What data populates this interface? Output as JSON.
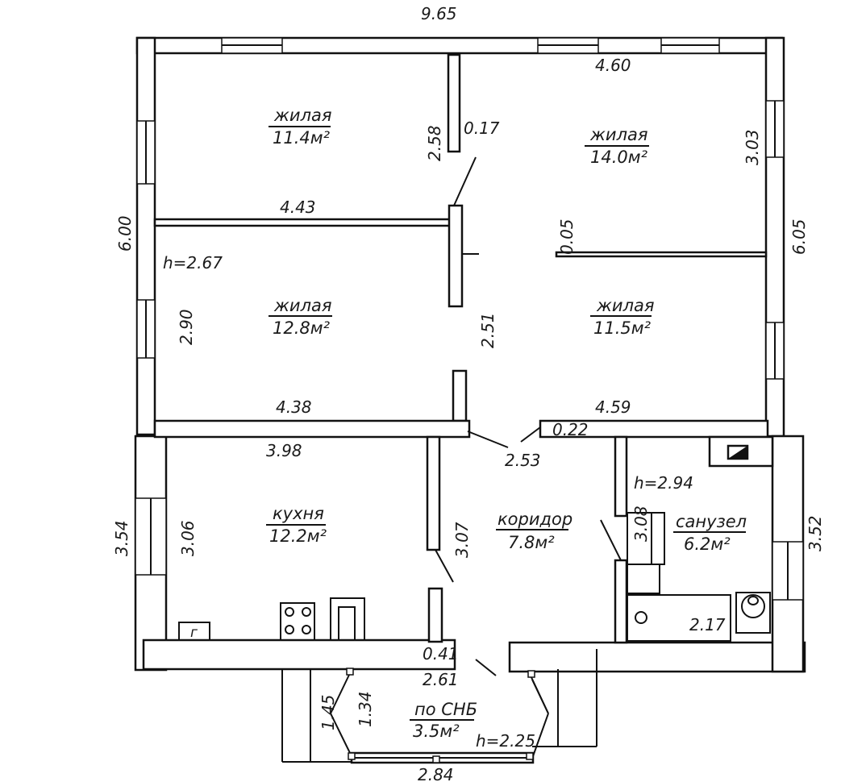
{
  "overall": {
    "top_width": "9.65",
    "left_height": "6.00",
    "right_height": "6.05",
    "ceiling_main": "h=2.67"
  },
  "rooms": {
    "living1": {
      "name": "жилая",
      "area": "11.4м²"
    },
    "living2": {
      "name": "жилая",
      "area": "14.0м²"
    },
    "living3": {
      "name": "жилая",
      "area": "12.8м²"
    },
    "living4": {
      "name": "жилая",
      "area": "11.5м²"
    },
    "kitchen": {
      "name": "кухня",
      "area": "12.2м²"
    },
    "corridor": {
      "name": "коридор",
      "area": "7.8м²"
    },
    "bathroom": {
      "name": "санузел",
      "area": "6.2м²"
    },
    "porch": {
      "name": "по СНБ",
      "area": "3.5м²"
    }
  },
  "dims": {
    "d460": "4.60",
    "d303": "3.03",
    "d258": "2.58",
    "d017": "0.17",
    "d443": "4.43",
    "d005": "0.05",
    "d290": "2.90",
    "d251": "2.51",
    "d438": "4.38",
    "d459": "4.59",
    "d022": "0.22",
    "d398": "3.98",
    "d253": "2.53",
    "d294": "h=2.94",
    "d354": "3.54",
    "d306": "3.06",
    "d307": "3.07",
    "d308": "3.08",
    "d352": "3.52",
    "d217": "2.17",
    "d041": "0.41",
    "d261": "2.61",
    "d145": "1.45",
    "d134": "1.34",
    "d225": "h=2.25",
    "d284": "2.84"
  },
  "symbols": {
    "boiler_label": "г"
  }
}
